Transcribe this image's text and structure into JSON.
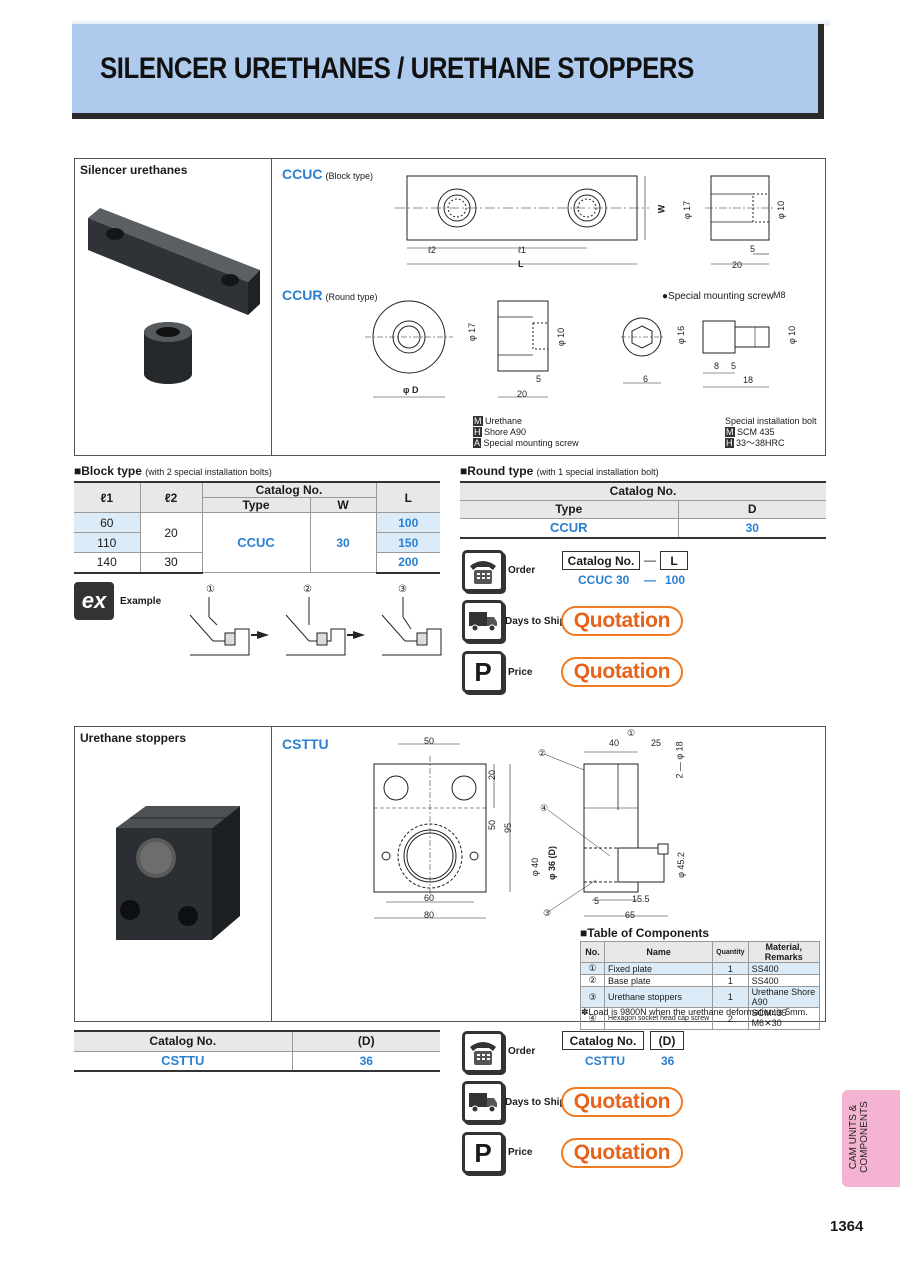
{
  "page": {
    "title": "SILENCER URETHANES / URETHANE STOPPERS",
    "page_number": "1364",
    "side_tab": "CAM UNITS & COMPONENTS"
  },
  "silencer": {
    "label": "Silencer urethanes",
    "ccuc": {
      "code": "CCUC",
      "desc": "(Block type)",
      "dims": [
        "ℓ2",
        "ℓ1",
        "L",
        "W",
        "φ 17",
        "φ 10",
        "5",
        "20"
      ]
    },
    "ccur": {
      "code": "CCUR",
      "desc": "(Round type)",
      "dims": [
        "φ D",
        "φ 17",
        "φ 10",
        "5",
        "20"
      ]
    },
    "screw": {
      "title": "●Special mounting screw",
      "dims": [
        "M8",
        "φ 16",
        "φ 10",
        "6",
        "8",
        "5",
        "18"
      ]
    },
    "materials_left": [
      {
        "tag": "M",
        "text": "Urethane"
      },
      {
        "tag": "H",
        "text": "Shore A90"
      },
      {
        "tag": "A",
        "text": "Special mounting screw"
      }
    ],
    "materials_right_title": "Special installation bolt",
    "materials_right": [
      {
        "tag": "M",
        "text": "SCM 435"
      },
      {
        "tag": "H",
        "text": "33～38HRC"
      }
    ]
  },
  "block_table": {
    "title": "■Block type",
    "subtitle": "(with 2 special installation bolts)",
    "headers": {
      "l1": "ℓ1",
      "l2": "ℓ2",
      "catalog": "Catalog  No.",
      "type": "Type",
      "w": "W",
      "l": "L"
    },
    "l1": [
      "60",
      "110",
      "140"
    ],
    "l2": [
      "20",
      "30"
    ],
    "type": "CCUC",
    "w": "30",
    "l": [
      "100",
      "150",
      "200"
    ]
  },
  "round_table": {
    "title": "■Round type",
    "subtitle": "(with 1 special installation bolt)",
    "headers": {
      "catalog": "Catalog  No.",
      "type": "Type",
      "d": "D"
    },
    "type": "CCUR",
    "d": "30"
  },
  "example": {
    "label": "Example",
    "steps": [
      "①",
      "②",
      "③"
    ],
    "icon": "ex-icon"
  },
  "order1": {
    "label": "Order",
    "box1": "Catalog  No.",
    "dash": "—",
    "box2": "L",
    "val1": "CCUC 30",
    "val2": "100"
  },
  "days1": {
    "label": "Days to Ship",
    "value": "Quotation"
  },
  "price1": {
    "label": "Price",
    "value": "Quotation"
  },
  "stoppers": {
    "label": "Urethane stoppers",
    "code": "CSTTU",
    "front_dims": [
      "50",
      "20",
      "50",
      "95",
      "60",
      "80"
    ],
    "side_dims": [
      "40",
      "25",
      "2 — φ 18",
      "φ 40",
      "φ 36 (D)",
      "φ 45.2",
      "5",
      "15.5",
      "65"
    ],
    "callouts": [
      "①",
      "②",
      "③",
      "④"
    ],
    "components_title": "■Table of Components",
    "comp_headers": [
      "No.",
      "Name",
      "Quantity",
      "Material, Remarks"
    ],
    "components": [
      [
        "①",
        "Fixed plate",
        "1",
        "SS400"
      ],
      [
        "②",
        "Base plate",
        "1",
        "SS400"
      ],
      [
        "③",
        "Urethane stoppers",
        "1",
        "Urethane  Shore A90"
      ],
      [
        "④",
        "Hexagon socket head cap screw",
        "2",
        "SCM435  M6✕30"
      ]
    ],
    "note": "✽Load is 9800N when the urethane deformation is 5mm."
  },
  "stopper_table": {
    "headers": {
      "catalog": "Catalog  No.",
      "d": "(D)"
    },
    "type": "CSTTU",
    "d": "36"
  },
  "order2": {
    "label": "Order",
    "box1": "Catalog  No.",
    "box2": "(D)",
    "val1": "CSTTU",
    "val2": "36"
  },
  "days2": {
    "label": "Days to Ship",
    "value": "Quotation"
  },
  "price2": {
    "label": "Price",
    "value": "Quotation"
  },
  "colors": {
    "banner": "#aecbee",
    "accent_blue": "#2a7fd0",
    "quote_orange": "#e8631a",
    "tab_pink": "#f4b4d1",
    "table_shade": "#dbecf8"
  }
}
